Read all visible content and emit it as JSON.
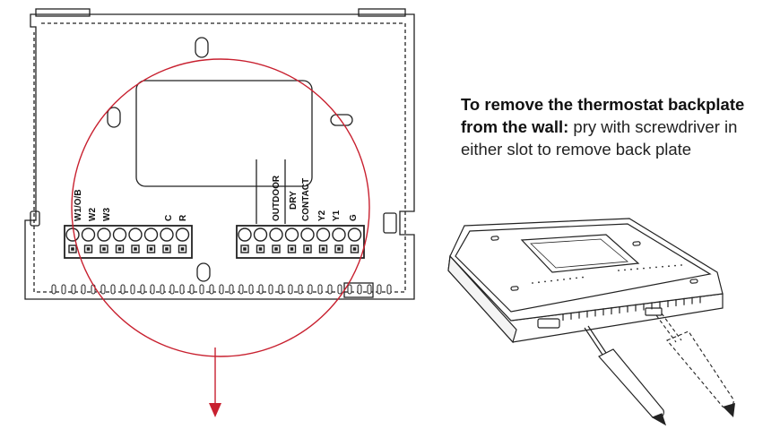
{
  "terminal_groups": {
    "left": {
      "labels": [
        "W1/O/B",
        "W2",
        "W3",
        "C",
        "R"
      ]
    },
    "right": {
      "labels": [
        "OUTDOOR",
        "DRY",
        "CONTACT",
        "Y2",
        "Y1",
        "G"
      ]
    }
  },
  "instruction": {
    "heading": "To remove the thermostat backplate from the wall:",
    "body": " pry with screwdriver in either slot to remove back plate"
  },
  "colors": {
    "highlight_circle": "#c8202f",
    "line": "#222222"
  }
}
